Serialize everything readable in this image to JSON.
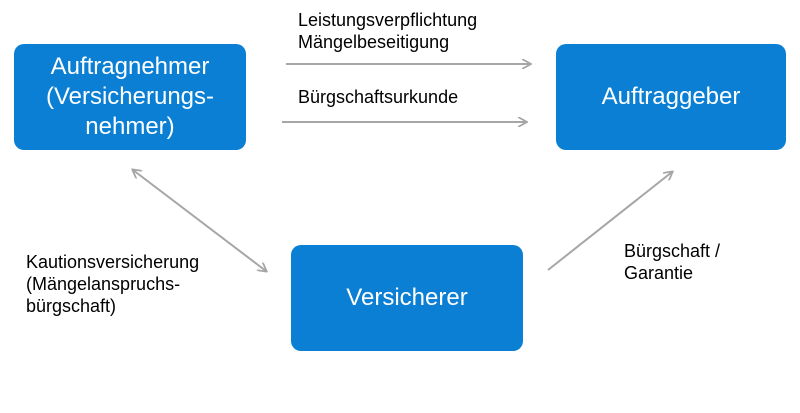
{
  "boxes": {
    "auftragnehmer": [
      "Auftragnehmer",
      "(Versicherungs-",
      "nehmer)"
    ],
    "auftraggeber": [
      "Auftraggeber"
    ],
    "versicherer": [
      "Versicherer"
    ]
  },
  "labels": {
    "leistung": [
      "Leistungsverpflichtung",
      "Mängelbeseitigung"
    ],
    "buergschaftsurkunde": [
      "Bürgschaftsurkunde"
    ],
    "kaution": [
      "Kautionsversicherung",
      "(Mängelanspruchs-",
      "bürgschaft)"
    ],
    "buergschaft": [
      "Bürgschaft /",
      "Garantie"
    ]
  },
  "colors": {
    "box_fill": "#0a7fd3",
    "box_text": "#ffffff",
    "arrow": "#a6a6a6"
  }
}
